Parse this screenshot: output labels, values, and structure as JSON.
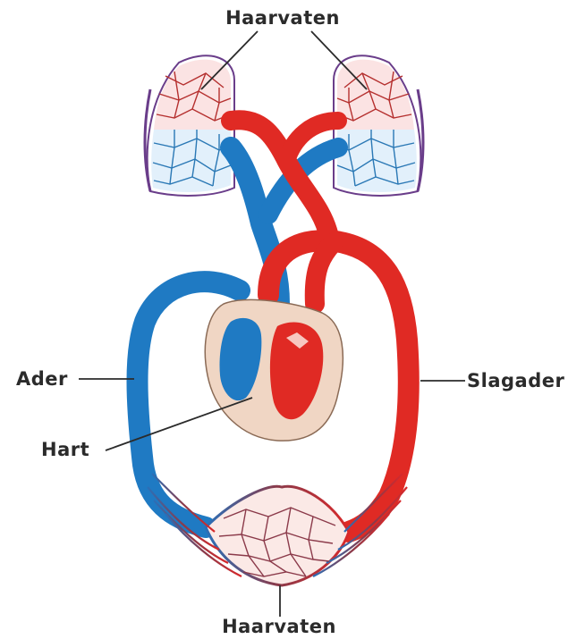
{
  "labels": {
    "top": "Haarvaten",
    "left": "Ader",
    "right": "Slagader",
    "heart": "Hart",
    "bottom": "Haarvaten"
  },
  "colors": {
    "artery": "#e02a24",
    "vein": "#1f7ac3",
    "heart_tissue": "#f0d6c4",
    "capillary_outline": "#3b3b3b",
    "lung_outline": "#6a3d8a"
  }
}
